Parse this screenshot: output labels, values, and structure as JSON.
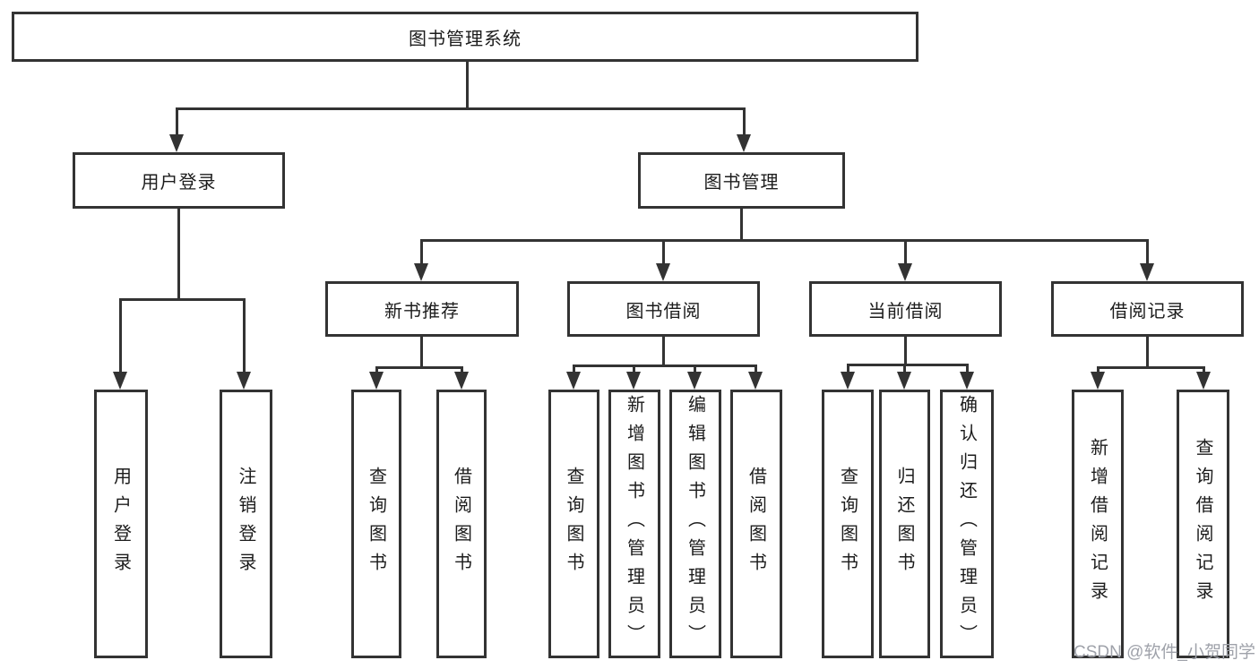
{
  "watermark": "CSDN @软件_小贺同学",
  "colors": {
    "line": "#333333",
    "text": "#1c1c1c",
    "background": "#ffffff",
    "watermark": "#9fa2aa"
  },
  "tree": {
    "root": {
      "label": "图书管理系统"
    },
    "branches": [
      {
        "label": "用户登录",
        "children": [
          {
            "label": "用户登录"
          },
          {
            "label": "注销登录"
          }
        ]
      },
      {
        "label": "图书管理",
        "children": [
          {
            "label": "新书推荐",
            "children": [
              {
                "label": "查询图书"
              },
              {
                "label": "借阅图书"
              }
            ]
          },
          {
            "label": "图书借阅",
            "children": [
              {
                "label": "查询图书"
              },
              {
                "label": "新增图书（管理员）"
              },
              {
                "label": "编辑图书（管理员）"
              },
              {
                "label": "借阅图书"
              }
            ]
          },
          {
            "label": "当前借阅",
            "children": [
              {
                "label": "查询图书"
              },
              {
                "label": "归还图书"
              },
              {
                "label": "确认归还（管理员）"
              }
            ]
          },
          {
            "label": "借阅记录",
            "children": [
              {
                "label": "新增借阅记录"
              },
              {
                "label": "查询借阅记录"
              }
            ]
          }
        ]
      }
    ]
  }
}
